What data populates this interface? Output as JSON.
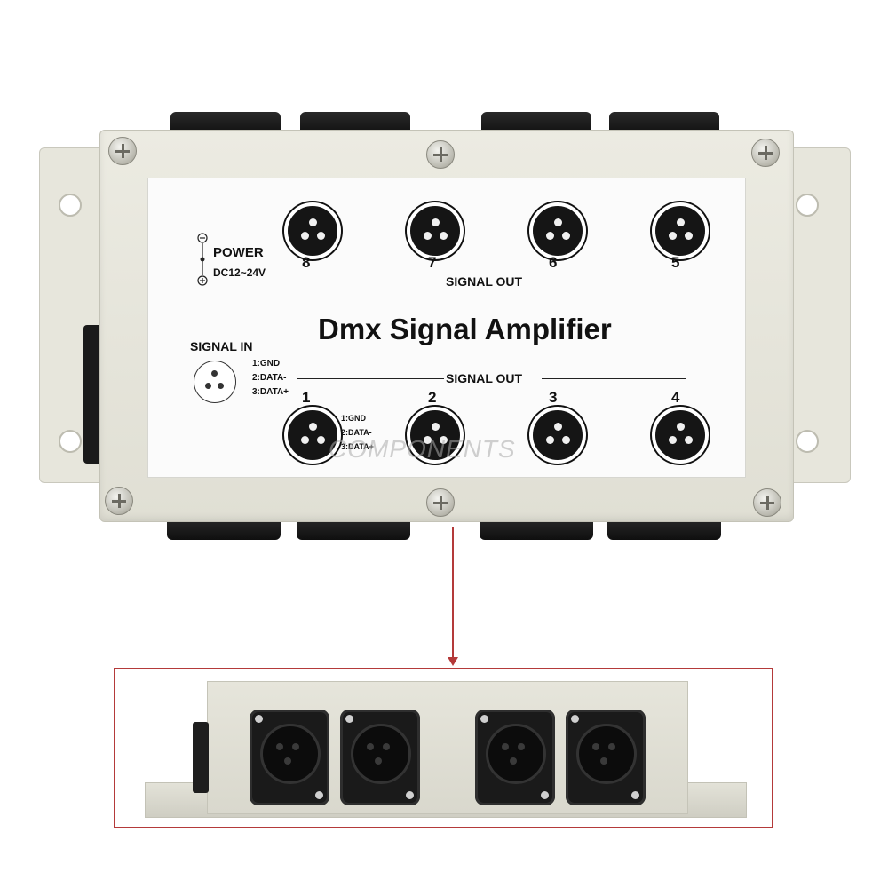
{
  "label": {
    "power_title": "POWER",
    "power_spec": "DC12~24V",
    "signal_in_title": "SIGNAL IN",
    "pinout": [
      "1:GND",
      "2:DATA-",
      "3:DATA+"
    ],
    "signal_out_top": "SIGNAL OUT",
    "signal_out_bottom": "SIGNAL OUT",
    "product_name": "Dmx Signal Amplifier",
    "top_ports": [
      "8",
      "7",
      "6",
      "5"
    ],
    "bottom_ports": [
      "1",
      "2",
      "3",
      "4"
    ],
    "port1_pinout": [
      "1:GND",
      "2:DATA-",
      "3:DATA+"
    ]
  },
  "watermark": "COMPONENTS",
  "colors": {
    "housing": "#e5e4da",
    "label": "#fbfbfb",
    "connector": "#151515",
    "callout": "#b43a3a"
  },
  "zoom_view": {
    "connector_count": 4
  }
}
